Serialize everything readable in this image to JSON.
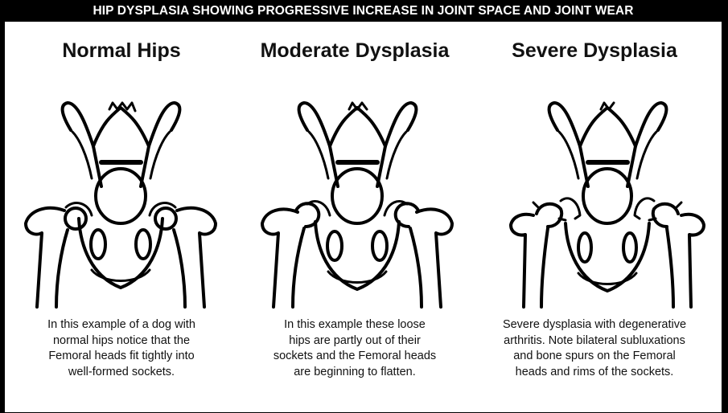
{
  "banner": "HIP DYSPLASIA SHOWING PROGRESSIVE INCREASE IN JOINT SPACE AND JOINT WEAR",
  "panels": [
    {
      "title": "Normal Hips",
      "caption": [
        "In this example of a dog with",
        "normal hips notice that the",
        "Femoral heads fit tightly into",
        "well-formed sockets."
      ]
    },
    {
      "title": "Moderate Dysplasia",
      "caption": [
        "In this example these loose",
        "hips are partly out of their",
        "sockets and the Femoral heads",
        "are beginning to flatten."
      ]
    },
    {
      "title": "Severe Dysplasia",
      "caption": [
        "Severe dysplasia with degenerative",
        "arthritis. Note bilateral subluxations",
        "and bone spurs on the Femoral",
        "heads and rims of the sockets."
      ]
    }
  ]
}
